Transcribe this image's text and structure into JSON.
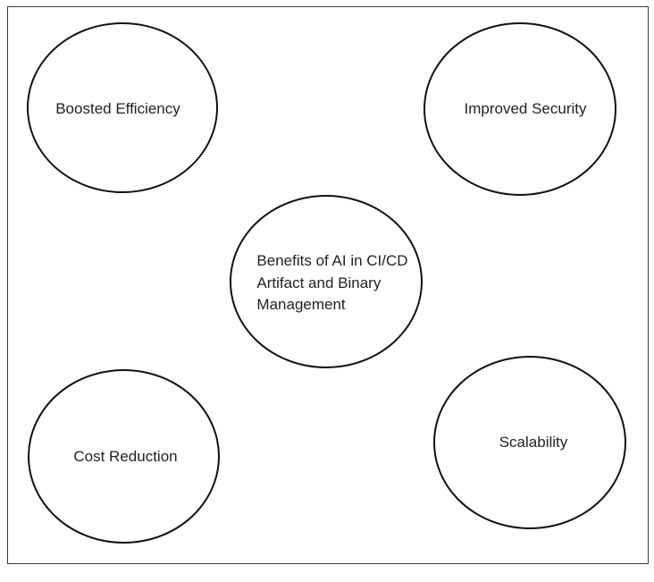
{
  "diagram": {
    "center": {
      "label": "Benefits of AI in CI/CD\nArtifact and Binary\nManagement"
    },
    "nodes": [
      {
        "id": "top-left",
        "label": "Boosted Efficiency"
      },
      {
        "id": "top-right",
        "label": "Improved Security"
      },
      {
        "id": "bottom-left",
        "label": "Cost Reduction"
      },
      {
        "id": "bottom-right",
        "label": "Scalability"
      }
    ]
  },
  "colors": {
    "stroke": "#111111",
    "text": "#222222",
    "background": "#ffffff"
  }
}
